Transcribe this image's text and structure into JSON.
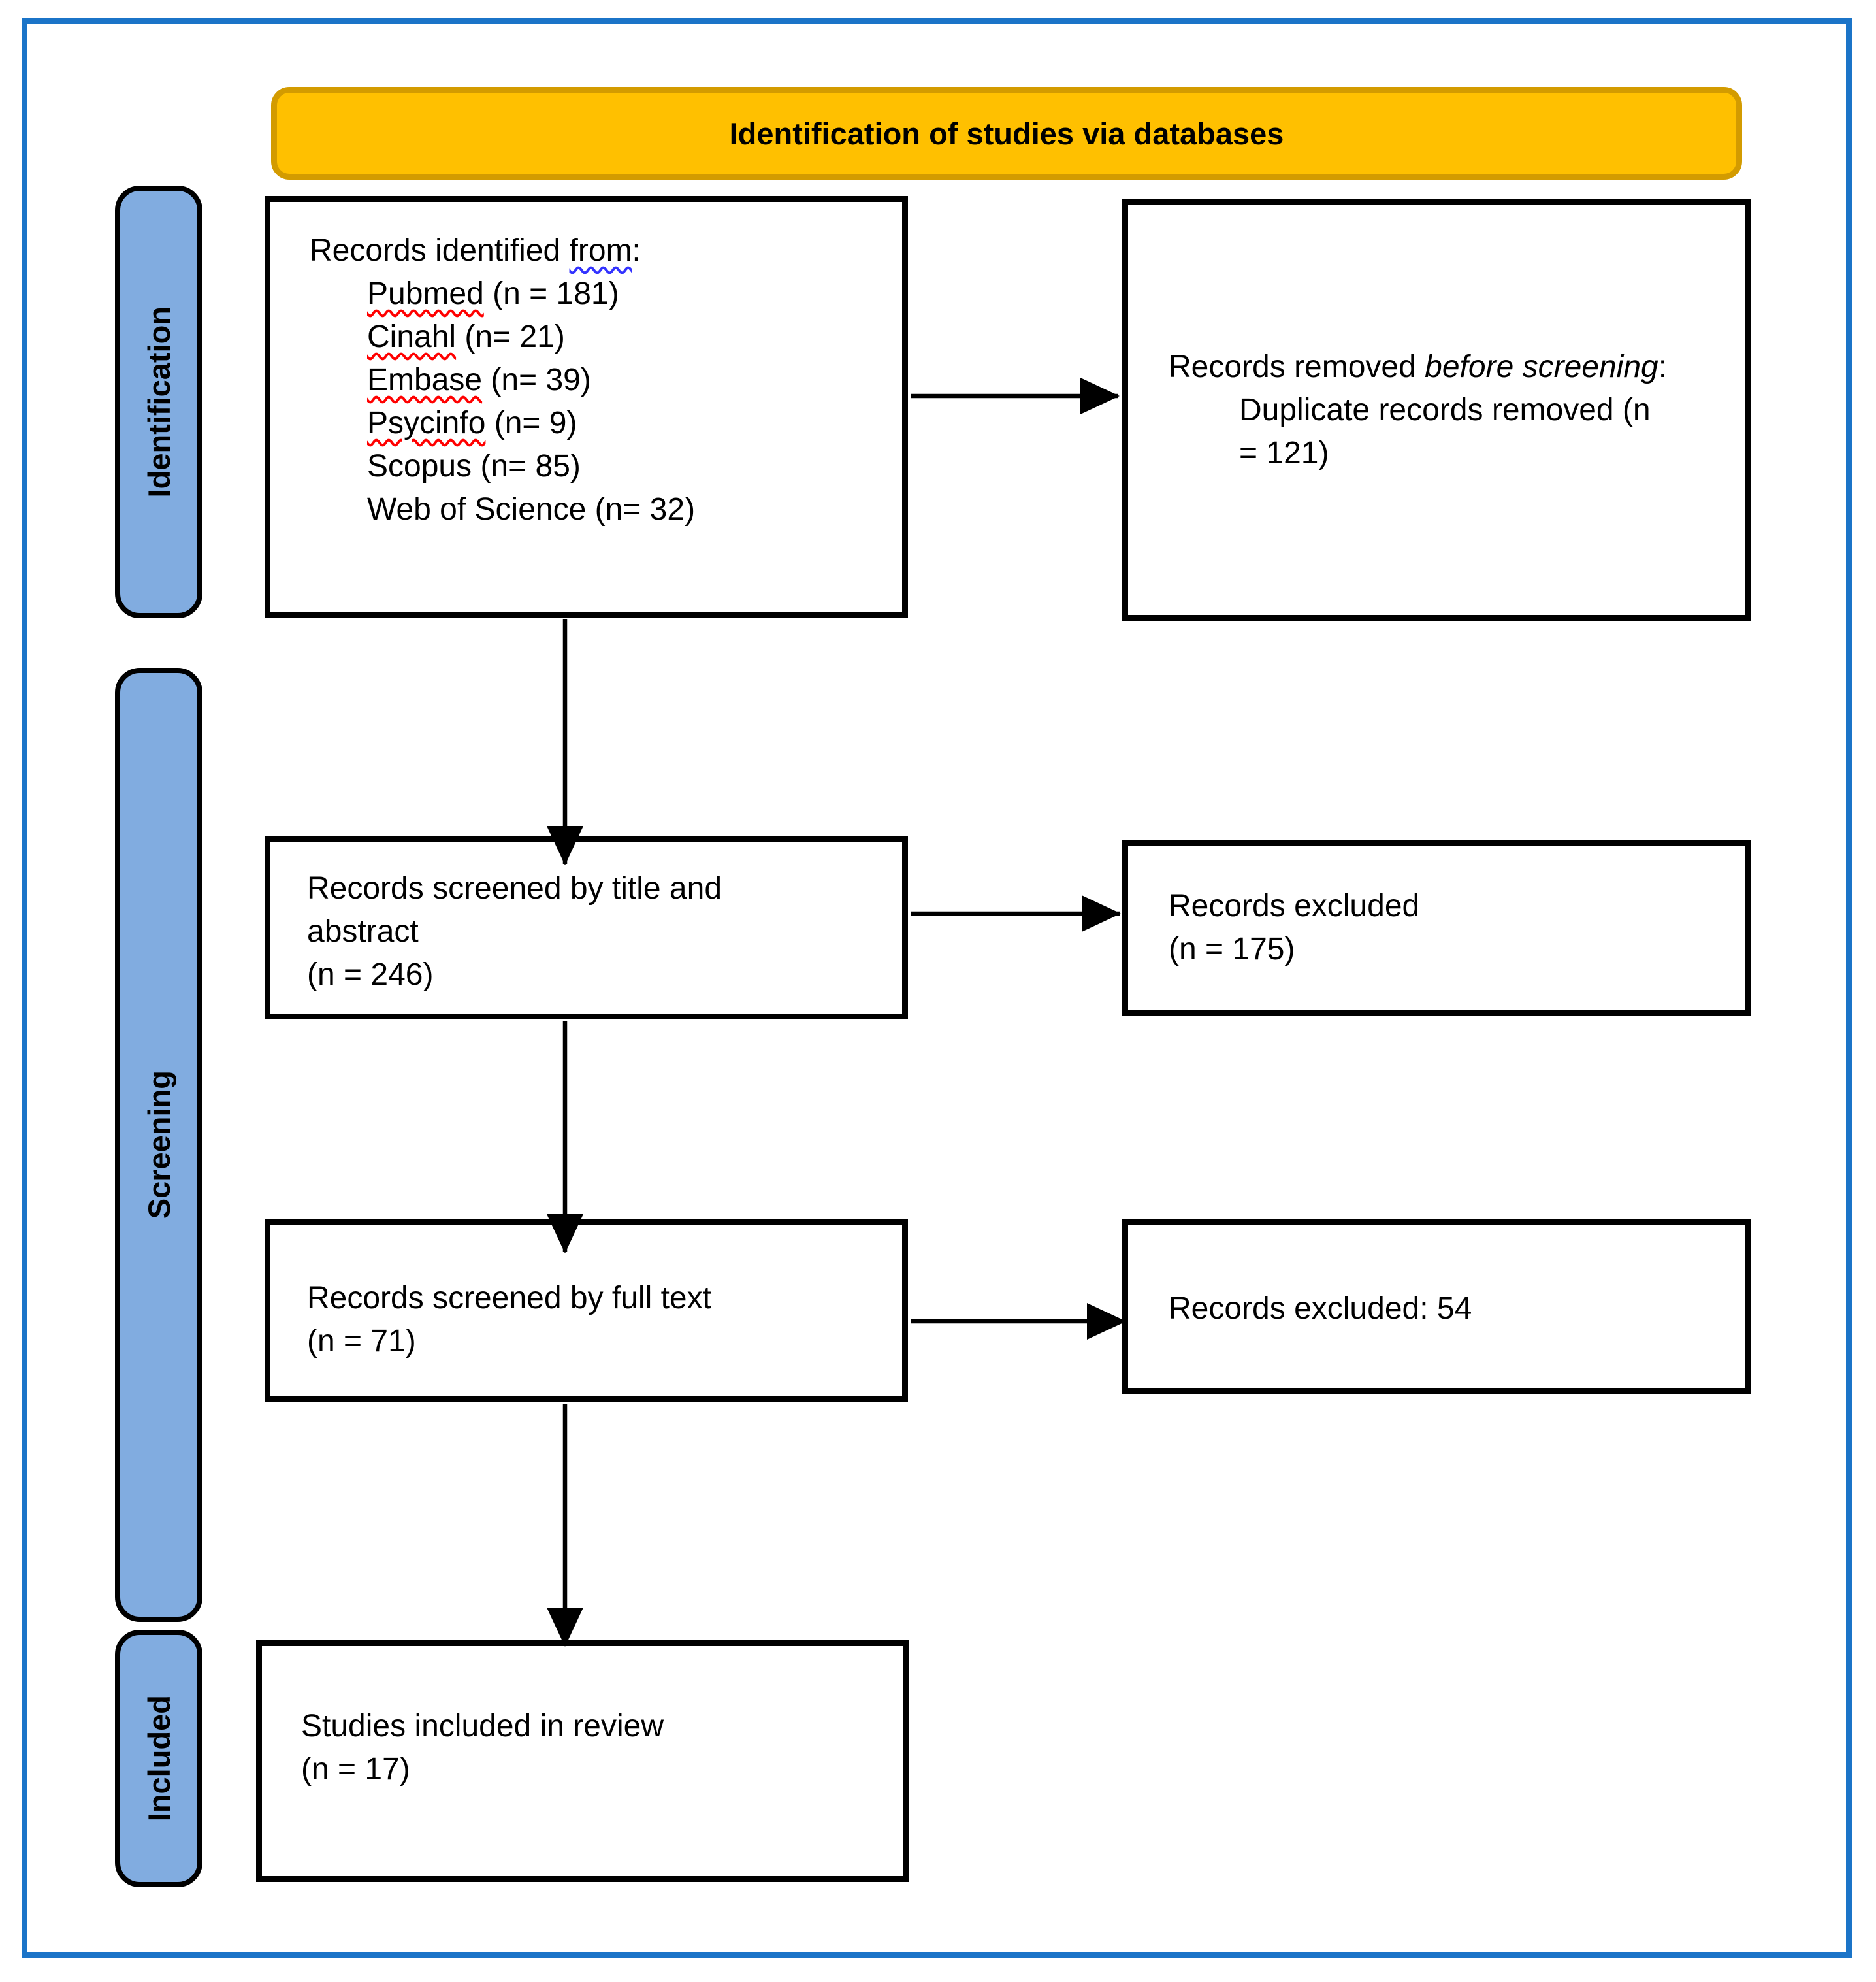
{
  "banner": {
    "title": "Identification of studies via databases"
  },
  "sidebar": {
    "items": [
      {
        "label": "Identification"
      },
      {
        "label": "Screening"
      },
      {
        "label": "Included"
      }
    ]
  },
  "boxes": {
    "identified": {
      "intro_prefix": "Records identified ",
      "intro_highlight": "from",
      "intro_suffix": ":",
      "sources": [
        {
          "name": "Pubmed",
          "count": "(n = 181)",
          "spellcheck": true
        },
        {
          "name": "Cinahl",
          "count": "(n= 21)",
          "spellcheck": true
        },
        {
          "name": "Embase",
          "count": "(n= 39)",
          "spellcheck": true
        },
        {
          "name": "Psycinfo",
          "count": "(n= 9)",
          "spellcheck": true
        },
        {
          "name": "Scopus",
          "count": "(n= 85)",
          "spellcheck": false
        },
        {
          "name": "Web of Science",
          "count": "(n= 32)",
          "spellcheck": false
        }
      ]
    },
    "removed": {
      "prefix": "Records removed ",
      "italic": "before screening",
      "suffix": ":",
      "detail_lines": [
        "Duplicate records removed (n",
        "= 121)"
      ]
    },
    "screened_title_abstract": {
      "lines": [
        "Records screened by title and",
        "abstract",
        "(n = 246)"
      ]
    },
    "excluded_title_abstract": {
      "lines": [
        "Records excluded",
        "(n = 175)"
      ]
    },
    "screened_full_text": {
      "lines": [
        "Records screened by full text",
        "(n = 71)"
      ]
    },
    "excluded_full_text": {
      "lines": [
        "Records excluded: 54"
      ]
    },
    "included_review": {
      "lines": [
        "Studies included in review",
        "(n = 17)"
      ]
    }
  },
  "colors": {
    "banner_fill": "#FFC000",
    "banner_border": "#D39B00",
    "sidebar_fill": "#81ACE0",
    "outer_border": "#1B74C8",
    "spellcheck_underline": "#FF0000",
    "grammar_underline": "#3333FF",
    "box_border": "#000000",
    "text": "#000000"
  }
}
